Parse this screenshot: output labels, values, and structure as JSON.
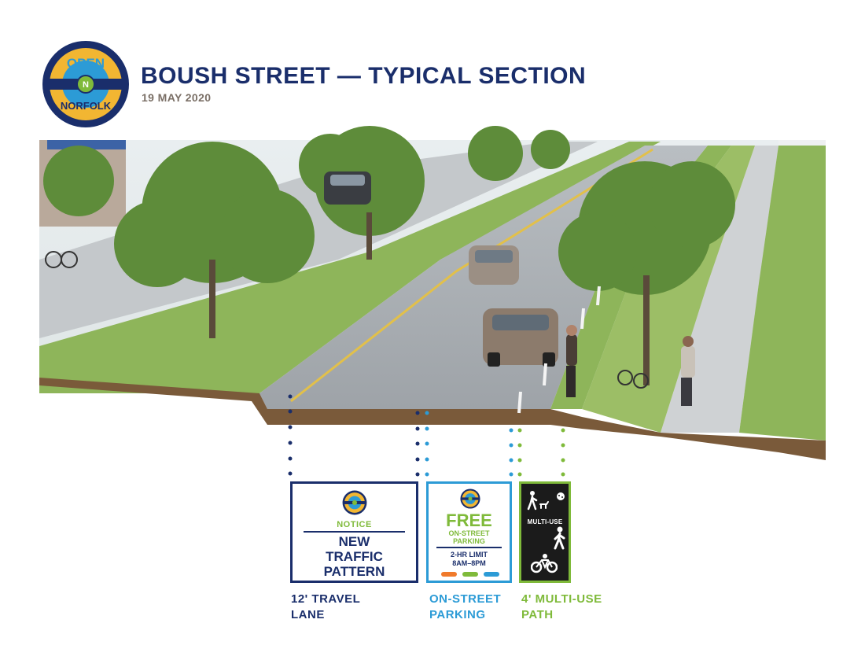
{
  "header": {
    "logo_top": "OPEN",
    "logo_mid": "N",
    "logo_bottom": "NORFOLK",
    "title": "BOUSH STREET — TYPICAL SECTION",
    "date": "19 MAY 2020"
  },
  "signs": {
    "notice": {
      "notice_word": "NOTICE",
      "line1": "NEW",
      "line2": "TRAFFIC",
      "line3": "PATTERN"
    },
    "parking": {
      "free": "FREE",
      "line1": "ON-STREET",
      "line2": "PARKING",
      "limit": "2-HR LIMIT",
      "hours": "8AM–8PM"
    },
    "multiuse": {
      "label": "MULTI-USE"
    }
  },
  "labels": {
    "travel_line1": "12' TRAVEL",
    "travel_line2": "LANE",
    "parking_line1": "ON-STREET",
    "parking_line2": "PARKING",
    "multi_line1": "4' MULTI-USE",
    "multi_line2": "PATH"
  },
  "colors": {
    "navy": "#1a2e6b",
    "blue": "#2c9bd6",
    "green": "#7fba3a",
    "gold": "#f2b632"
  }
}
